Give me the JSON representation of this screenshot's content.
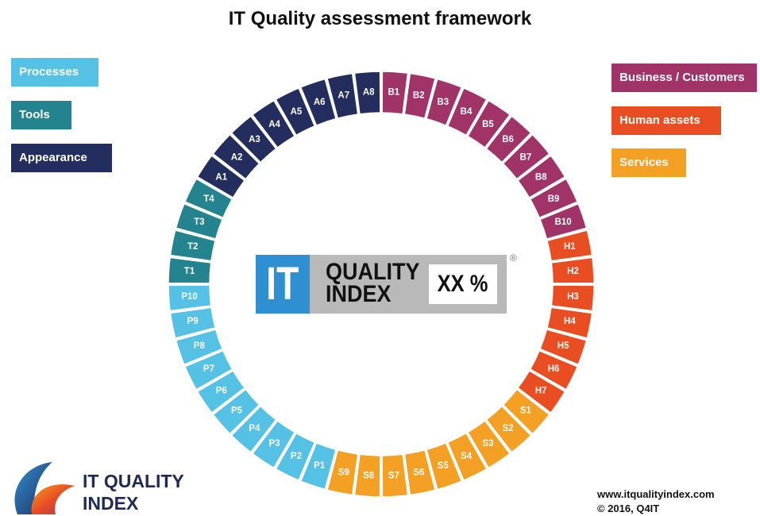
{
  "title": "IT Quality assessment framework",
  "legend_left": [
    {
      "label": "Processes",
      "color": "#55c1e4"
    },
    {
      "label": "Tools",
      "color": "#23838f"
    },
    {
      "label": "Appearance",
      "color": "#242e5e"
    }
  ],
  "legend_right": [
    {
      "label": "Business / Customers",
      "color": "#a03368"
    },
    {
      "label": "Human assets",
      "color": "#e84e22"
    },
    {
      "label": "Services",
      "color": "#f4a025"
    }
  ],
  "ring_segments": [
    {
      "label": "B1",
      "color": "#a03368"
    },
    {
      "label": "B2",
      "color": "#a03368"
    },
    {
      "label": "B3",
      "color": "#a03368"
    },
    {
      "label": "B4",
      "color": "#a03368"
    },
    {
      "label": "B5",
      "color": "#a03368"
    },
    {
      "label": "B6",
      "color": "#a03368"
    },
    {
      "label": "B7",
      "color": "#a03368"
    },
    {
      "label": "B8",
      "color": "#a03368"
    },
    {
      "label": "B9",
      "color": "#a03368"
    },
    {
      "label": "B10",
      "color": "#a03368"
    },
    {
      "label": "H1",
      "color": "#e84e22"
    },
    {
      "label": "H2",
      "color": "#e84e22"
    },
    {
      "label": "H3",
      "color": "#e84e22"
    },
    {
      "label": "H4",
      "color": "#e84e22"
    },
    {
      "label": "H5",
      "color": "#e84e22"
    },
    {
      "label": "H6",
      "color": "#e84e22"
    },
    {
      "label": "H7",
      "color": "#e84e22"
    },
    {
      "label": "S1",
      "color": "#f4a025"
    },
    {
      "label": "S2",
      "color": "#f4a025"
    },
    {
      "label": "S3",
      "color": "#f4a025"
    },
    {
      "label": "S4",
      "color": "#f4a025"
    },
    {
      "label": "S5",
      "color": "#f4a025"
    },
    {
      "label": "S6",
      "color": "#f4a025"
    },
    {
      "label": "S7",
      "color": "#f4a025"
    },
    {
      "label": "S8",
      "color": "#f4a025"
    },
    {
      "label": "S9",
      "color": "#f4a025"
    },
    {
      "label": "P1",
      "color": "#55c1e4"
    },
    {
      "label": "P2",
      "color": "#55c1e4"
    },
    {
      "label": "P3",
      "color": "#55c1e4"
    },
    {
      "label": "P4",
      "color": "#55c1e4"
    },
    {
      "label": "P5",
      "color": "#55c1e4"
    },
    {
      "label": "P6",
      "color": "#55c1e4"
    },
    {
      "label": "P7",
      "color": "#55c1e4"
    },
    {
      "label": "P8",
      "color": "#55c1e4"
    },
    {
      "label": "P9",
      "color": "#55c1e4"
    },
    {
      "label": "P10",
      "color": "#55c1e4"
    },
    {
      "label": "T1",
      "color": "#23838f"
    },
    {
      "label": "T2",
      "color": "#23838f"
    },
    {
      "label": "T3",
      "color": "#23838f"
    },
    {
      "label": "T4",
      "color": "#23838f"
    },
    {
      "label": "A1",
      "color": "#242e5e"
    },
    {
      "label": "A2",
      "color": "#242e5e"
    },
    {
      "label": "A3",
      "color": "#242e5e"
    },
    {
      "label": "A4",
      "color": "#242e5e"
    },
    {
      "label": "A5",
      "color": "#242e5e"
    },
    {
      "label": "A6",
      "color": "#242e5e"
    },
    {
      "label": "A7",
      "color": "#242e5e"
    },
    {
      "label": "A8",
      "color": "#242e5e"
    }
  ],
  "center_logo": {
    "it": "IT",
    "quality": "QUALITY",
    "index": "INDEX",
    "value": "XX %",
    "registered": "®"
  },
  "brand": {
    "line1": "IT QUALITY",
    "line2": "INDEX"
  },
  "footer": {
    "url": "www.itqualityindex.com",
    "copyright": "© 2016, Q4IT"
  }
}
